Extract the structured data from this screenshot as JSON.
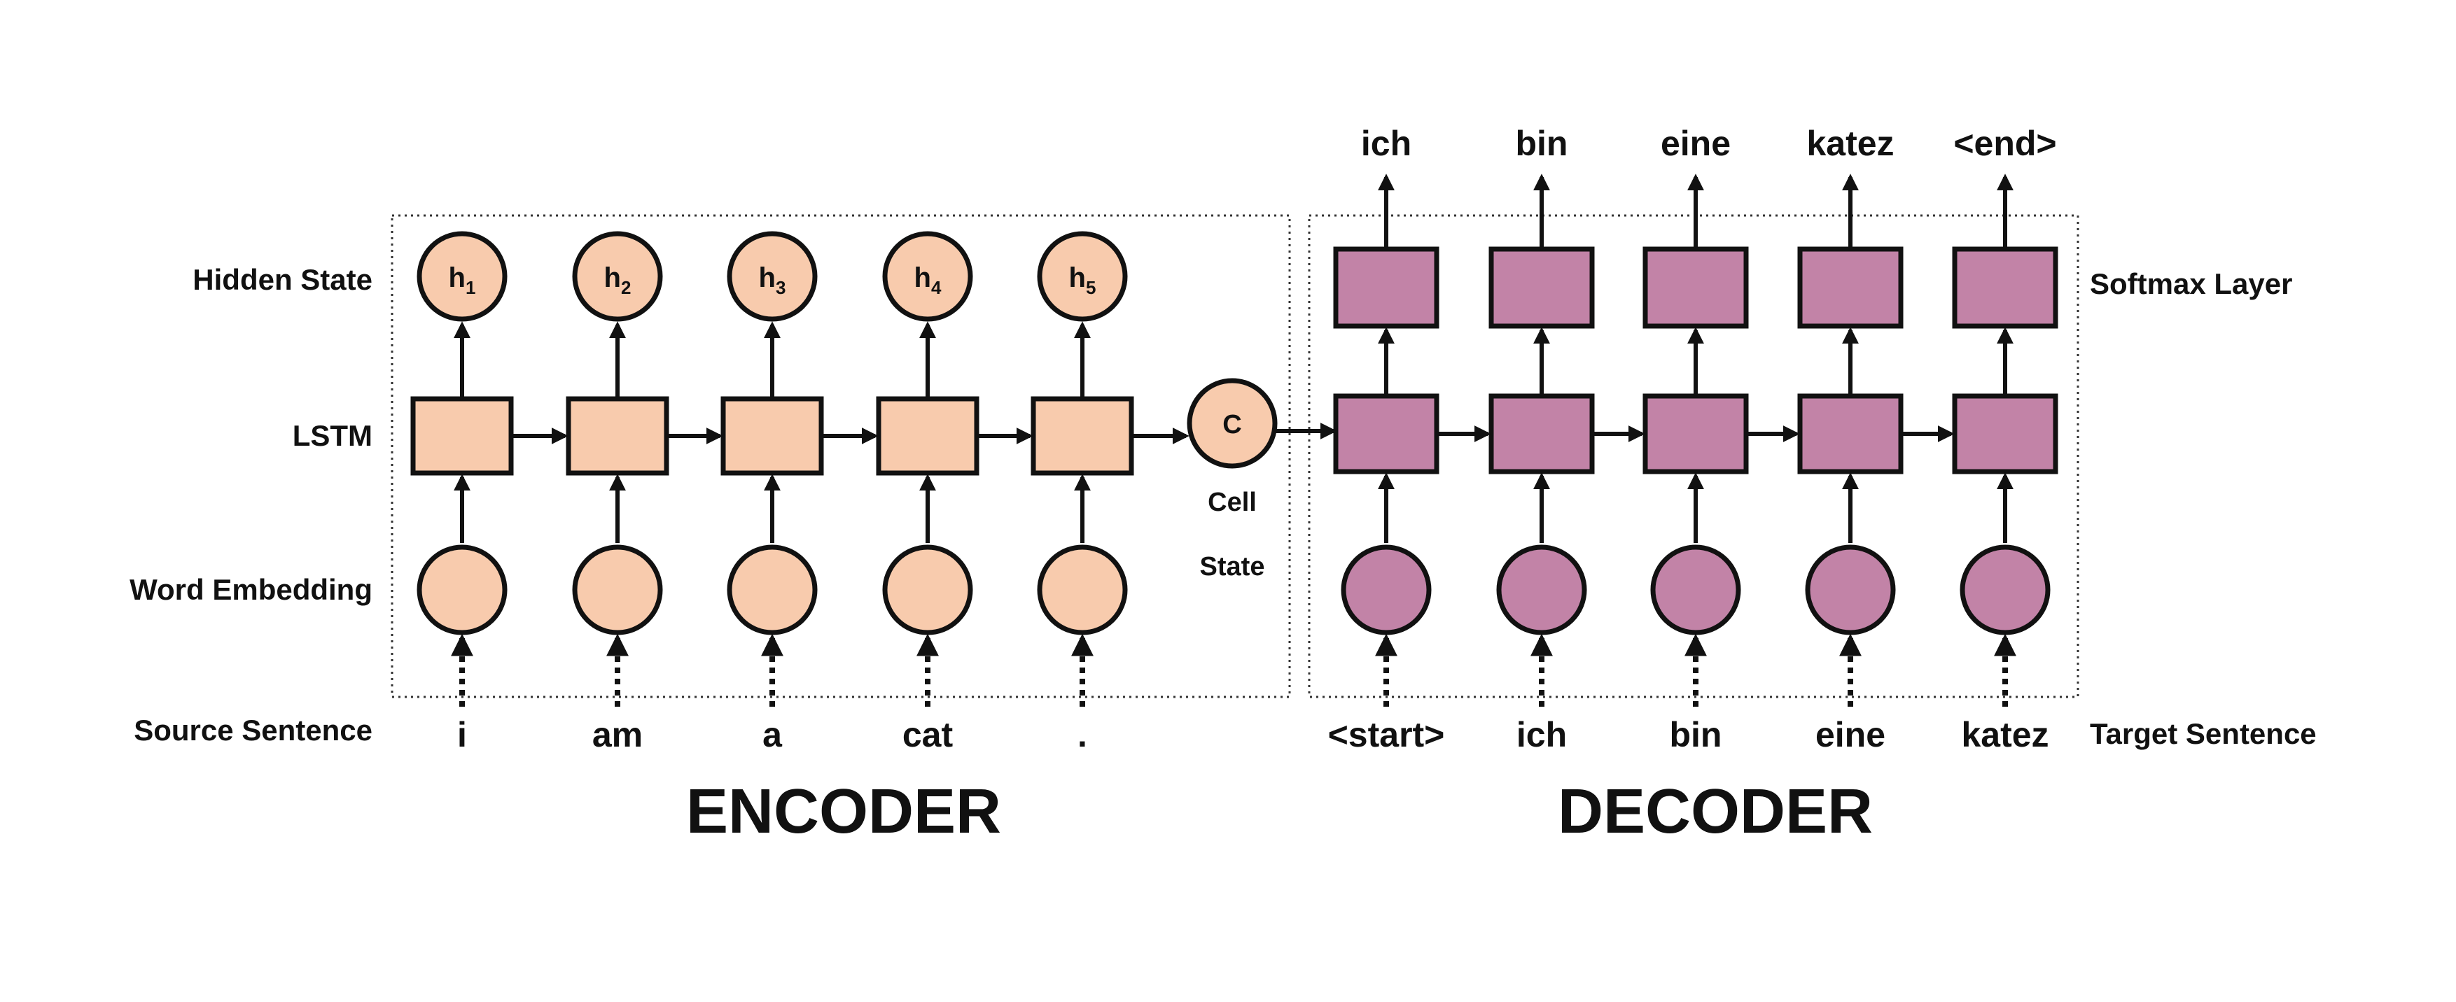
{
  "colors": {
    "encoder_fill": "#f8cbad",
    "decoder_fill": "#c283a7",
    "stroke": "#111111"
  },
  "labels": {
    "hidden_state": "Hidden State",
    "lstm": "LSTM",
    "word_embedding": "Word Embedding",
    "source_sentence": "Source Sentence",
    "softmax_layer": "Softmax Layer",
    "target_sentence": "Target Sentence",
    "cell_state_line1": "Cell",
    "cell_state_line2": "State",
    "context_symbol": "C"
  },
  "titles": {
    "encoder": "ENCODER",
    "decoder": "DECODER"
  },
  "encoder": {
    "source_words": [
      "i",
      "am",
      "a",
      "cat",
      "."
    ],
    "hidden_states": [
      {
        "base": "h",
        "sub": "1"
      },
      {
        "base": "h",
        "sub": "2"
      },
      {
        "base": "h",
        "sub": "3"
      },
      {
        "base": "h",
        "sub": "4"
      },
      {
        "base": "h",
        "sub": "5"
      }
    ]
  },
  "decoder": {
    "target_inputs": [
      "<start>",
      "ich",
      "bin",
      "eine",
      "katez"
    ],
    "outputs": [
      "ich",
      "bin",
      "eine",
      "katez",
      "<end>"
    ]
  }
}
